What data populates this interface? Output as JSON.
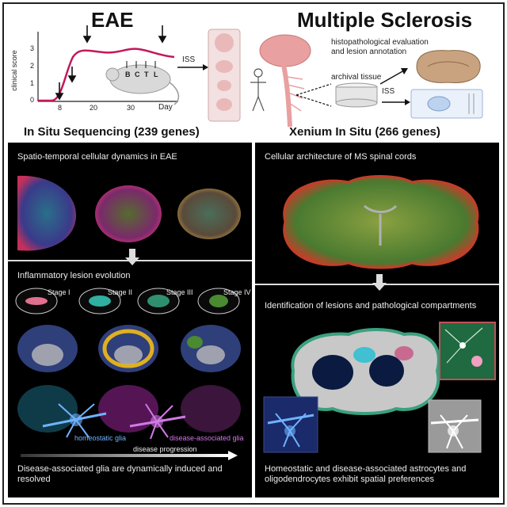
{
  "top": {
    "eae_title": "EAE",
    "ms_title": "Multiple Sclerosis",
    "eae_chart": {
      "ylabel": "clinical score",
      "xlabel": "Day",
      "x_ticks": [
        "8",
        "20",
        "30"
      ],
      "y_ticks": [
        "0",
        "1",
        "2",
        "3"
      ],
      "region_letters": [
        "B",
        "C",
        "T",
        "L"
      ]
    },
    "iss_label_left": "ISS",
    "iss_label_right": "ISS",
    "histo_label": "histopathological evaluation and lesion annotation",
    "archival_label": "archival tissue"
  },
  "section_titles": {
    "left": "In Situ Sequencing (239 genes)",
    "right": "Xenium In Situ (266 genes)"
  },
  "left_panel": {
    "top_caption": "Spatio-temporal cellular dynamics in EAE",
    "lesion_caption": "Inflammatory lesion evolution",
    "stages": [
      "Stage I",
      "Stage II",
      "Stage III",
      "Stage IV"
    ],
    "homeostatic_label": "homeostatic glia",
    "disease_label": "disease-associated glia",
    "progression_label": "disease progression",
    "bottom_caption": "Disease-associated glia are dynamically induced and resolved"
  },
  "right_panel": {
    "top_caption": "Cellular architecture of MS spinal cords",
    "lesion_caption": "Identification of lesions and pathological compartments",
    "bottom_caption": "Homeostatic and disease-associated astrocytes and oligodendrocytes exhibit spatial preferences"
  },
  "colors": {
    "curve": "#c2185b",
    "panel_bg": "#000000",
    "homeostatic": "#6fb3ff",
    "disease": "#d478e8"
  }
}
